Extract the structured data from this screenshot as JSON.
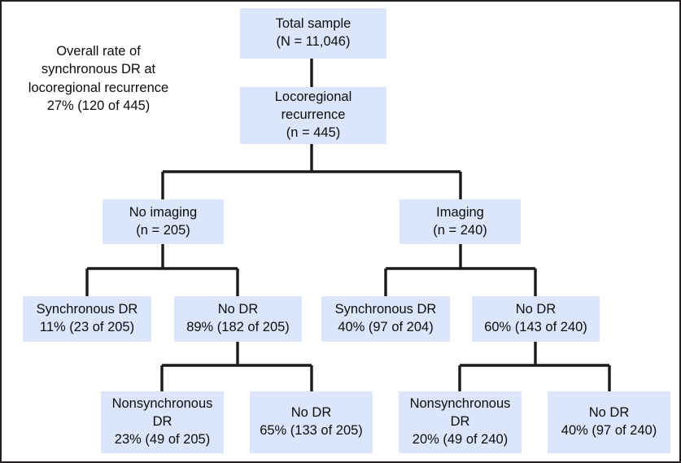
{
  "figure": {
    "type": "flow-diagram",
    "background_color": "#ffffff",
    "node_fill_color": "#dbe6fb",
    "connector_color": "#1a1a1a",
    "border_color": "#231f20"
  },
  "annotation": {
    "name": "overall-rate-annotation",
    "lines": [
      "Overall rate of",
      "synchronous DR at",
      "locoregional recurrence",
      "27% (120 of 445)"
    ]
  },
  "nodes": {
    "total_sample": {
      "id": "total-sample",
      "lines": [
        "Total sample",
        "(N = 11,046)"
      ],
      "label": "Total sample",
      "count": "(N = 11,046)"
    },
    "locoregional_recurrence": {
      "id": "locoregional-recurrence",
      "lines": [
        "Locoregional",
        "recurrence",
        "(n = 445)"
      ],
      "label": "Locoregional recurrence",
      "count": "(n = 445)"
    },
    "no_imaging": {
      "id": "no-imaging",
      "lines": [
        "No imaging",
        "(n = 205)"
      ],
      "label": "No imaging",
      "count": "(n = 205)"
    },
    "imaging": {
      "id": "imaging",
      "lines": [
        "Imaging",
        "(n = 240)"
      ],
      "label": "Imaging",
      "count": "(n = 240)"
    },
    "no_imaging_synchronous_dr": {
      "id": "no-imaging-synchronous-dr",
      "lines": [
        "Synchronous DR",
        "11% (23 of 205)"
      ],
      "label": "Synchronous DR",
      "stat": "11% (23 of 205)"
    },
    "no_imaging_no_dr": {
      "id": "no-imaging-no-dr",
      "lines": [
        "No DR",
        "89% (182 of 205)"
      ],
      "label": "No DR",
      "stat": "89% (182 of 205)"
    },
    "imaging_synchronous_dr": {
      "id": "imaging-synchronous-dr",
      "lines": [
        "Synchronous DR",
        "40% (97 of 204)"
      ],
      "label": "Synchronous DR",
      "stat": "40% (97 of 204)"
    },
    "imaging_no_dr": {
      "id": "imaging-no-dr",
      "lines": [
        "No DR",
        "60% (143 of 240)"
      ],
      "label": "No DR",
      "stat": "60% (143 of 240)"
    },
    "no_imaging_nonsynchronous_dr": {
      "id": "no-imaging-nonsynchronous-dr",
      "lines": [
        "Nonsynchronous",
        "DR",
        "23% (49 of 205)"
      ],
      "label": "Nonsynchronous DR",
      "stat": "23% (49 of 205)"
    },
    "no_imaging_no_dr_final": {
      "id": "no-imaging-no-dr-final",
      "lines": [
        "No DR",
        "65% (133 of 205)"
      ],
      "label": "No DR",
      "stat": "65% (133 of 205)"
    },
    "imaging_nonsynchronous_dr": {
      "id": "imaging-nonsynchronous-dr",
      "lines": [
        "Nonsynchronous",
        "DR",
        "20% (49 of 240)"
      ],
      "label": "Nonsynchronous DR",
      "stat": "20% (49 of 240)"
    },
    "imaging_no_dr_final": {
      "id": "imaging-no-dr-final",
      "lines": [
        "No DR",
        "40% (97 of 240)"
      ],
      "label": "No DR",
      "stat": "40% (97 of 240)"
    }
  }
}
